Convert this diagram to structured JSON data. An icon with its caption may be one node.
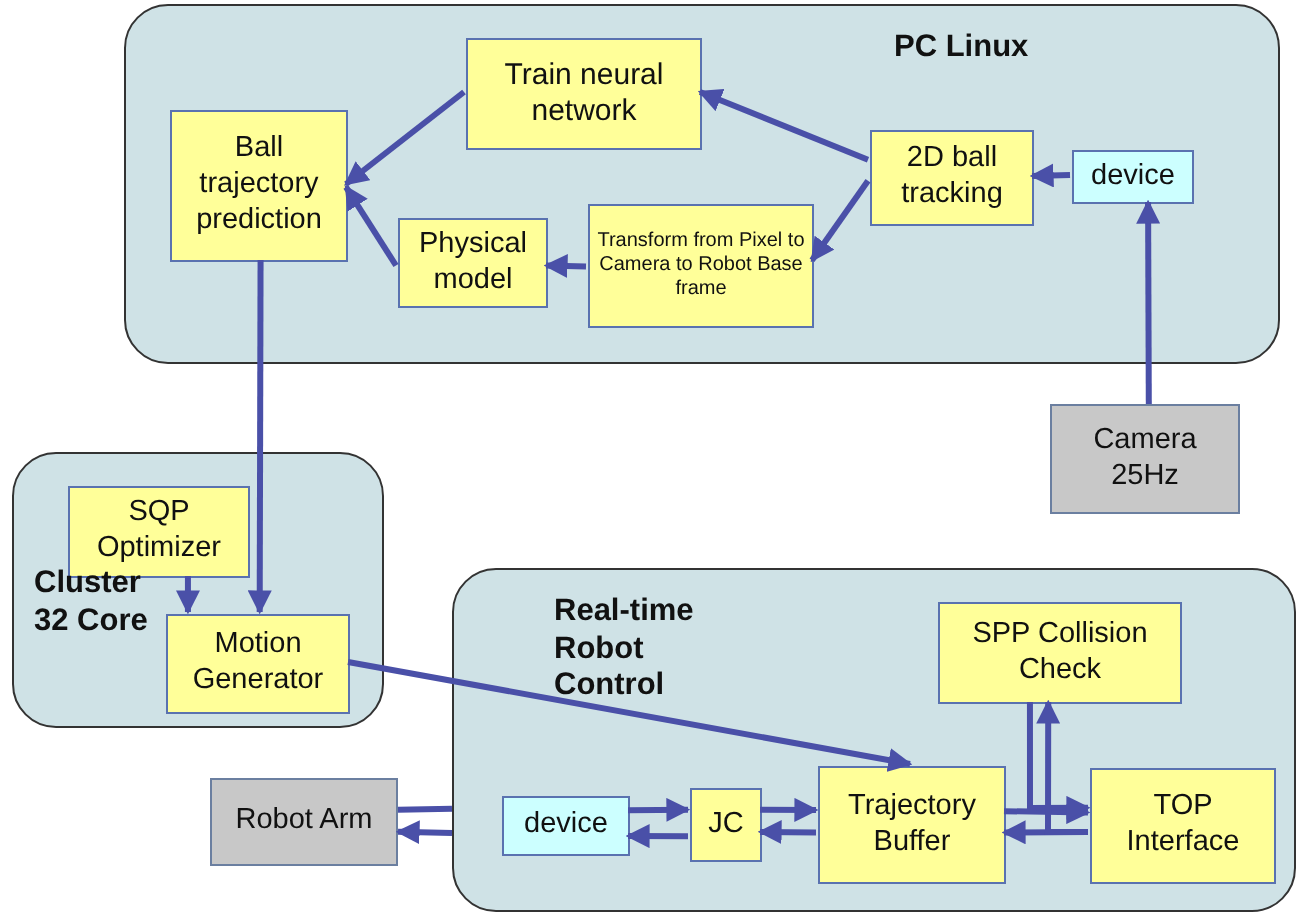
{
  "diagram": {
    "nodes": [
      {
        "text": [
          "PC Linux"
        ]
      },
      {
        "text": [
          "Train neural network"
        ],
        "in": 0
      },
      {
        "text": [
          "Ball trajectory prediction"
        ],
        "in": 0
      },
      {
        "text": [
          "2D ball tracking"
        ],
        "in": 0
      },
      {
        "text": [
          "device"
        ],
        "in": 0
      },
      {
        "text": [
          "Physical model"
        ],
        "in": 0
      },
      {
        "text": [
          "Transform from Pixel to Camera to Robot Base frame"
        ],
        "in": 0
      },
      {
        "text": [
          "Camera 25Hz"
        ]
      },
      {
        "text": [
          "Cluster 32 Core"
        ]
      },
      {
        "text": [
          "SQP Optimizer"
        ],
        "in": 8
      },
      {
        "text": [
          "Motion Generator"
        ],
        "in": 8
      },
      {
        "text": [
          "Robot Arm"
        ]
      },
      {
        "text": [
          "Real-time Robot Control"
        ]
      },
      {
        "text": [
          "SPP Collision Check"
        ],
        "in": 12
      },
      {
        "text": [
          "device"
        ],
        "in": 12
      },
      {
        "text": [
          "JC"
        ],
        "in": 12
      },
      {
        "text": [
          "Trajectory Buffer"
        ],
        "in": 12
      },
      {
        "text": [
          "TOP Interface"
        ],
        "in": 12
      }
    ],
    "edges": [
      {
        "from": 3,
        "to": 1,
        "arrow": "to"
      },
      {
        "from": 1,
        "to": 2,
        "arrow": "to"
      },
      {
        "from": 5,
        "to": 2,
        "arrow": "to"
      },
      {
        "from": 3,
        "to": 6,
        "arrow": "to"
      },
      {
        "from": 6,
        "to": 5,
        "arrow": "to"
      },
      {
        "from": 4,
        "to": 3,
        "arrow": "to"
      },
      {
        "from": 7,
        "to": 4,
        "arrow": "to"
      },
      {
        "from": 2,
        "to": 10,
        "arrow": "to"
      },
      {
        "from": 9,
        "to": 10,
        "arrow": "to"
      },
      {
        "from": 10,
        "to": 16,
        "arrow": "to"
      },
      {
        "from": 14,
        "to": 15,
        "arrow": "to"
      },
      {
        "from": 15,
        "to": 14,
        "arrow": "to"
      },
      {
        "from": 15,
        "to": 16,
        "arrow": "to"
      },
      {
        "from": 16,
        "to": 15,
        "arrow": "to"
      },
      {
        "from": 16,
        "to": 17,
        "arrow": "to"
      },
      {
        "from": 17,
        "to": 16,
        "arrow": "to"
      },
      {
        "from": 13,
        "to": 17,
        "arrow": "to"
      },
      {
        "from": 17,
        "to": 13,
        "arrow": "to"
      },
      {
        "from": 11,
        "to": 12,
        "arrow": "none"
      },
      {
        "from": 12,
        "to": 11,
        "arrow": "to"
      }
    ]
  }
}
